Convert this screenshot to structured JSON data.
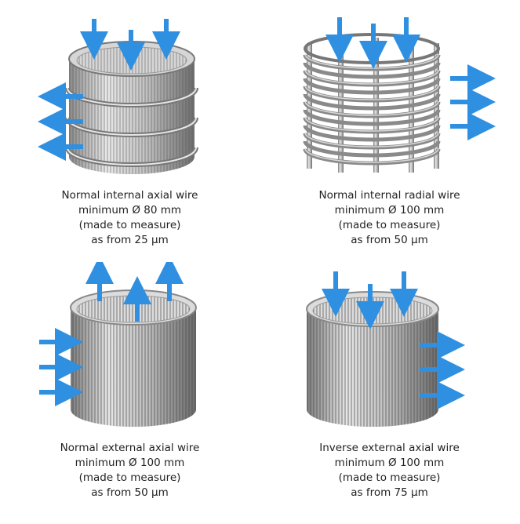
{
  "colors": {
    "arrow": "#2f8fe0",
    "metal_light": "#e2e2e2",
    "metal_dark": "#6c6c6c",
    "caption_text": "#222222"
  },
  "panels": [
    {
      "id": "normal-internal-axial",
      "icon": "axial-wire-screen-with-rings-icon",
      "lines": [
        "Normal internal axial wire",
        "minimum Ø 80 mm",
        "(made to measure)",
        "as from 25 µm"
      ]
    },
    {
      "id": "normal-internal-radial",
      "icon": "radial-wire-screen-icon",
      "lines": [
        "Normal internal radial wire",
        "minimum Ø 100 mm",
        "(made to measure)",
        "as from 50 µm"
      ]
    },
    {
      "id": "normal-external-axial",
      "icon": "external-axial-wire-screen-icon",
      "lines": [
        "Normal external axial wire",
        "minimum Ø 100 mm",
        "(made to measure)",
        "as from 50 µm"
      ]
    },
    {
      "id": "inverse-external-axial",
      "icon": "inverse-axial-wire-screen-icon",
      "lines": [
        "Inverse external axial wire",
        "minimum Ø 100 mm",
        "(made to measure)",
        "as from 75 µm"
      ]
    }
  ]
}
